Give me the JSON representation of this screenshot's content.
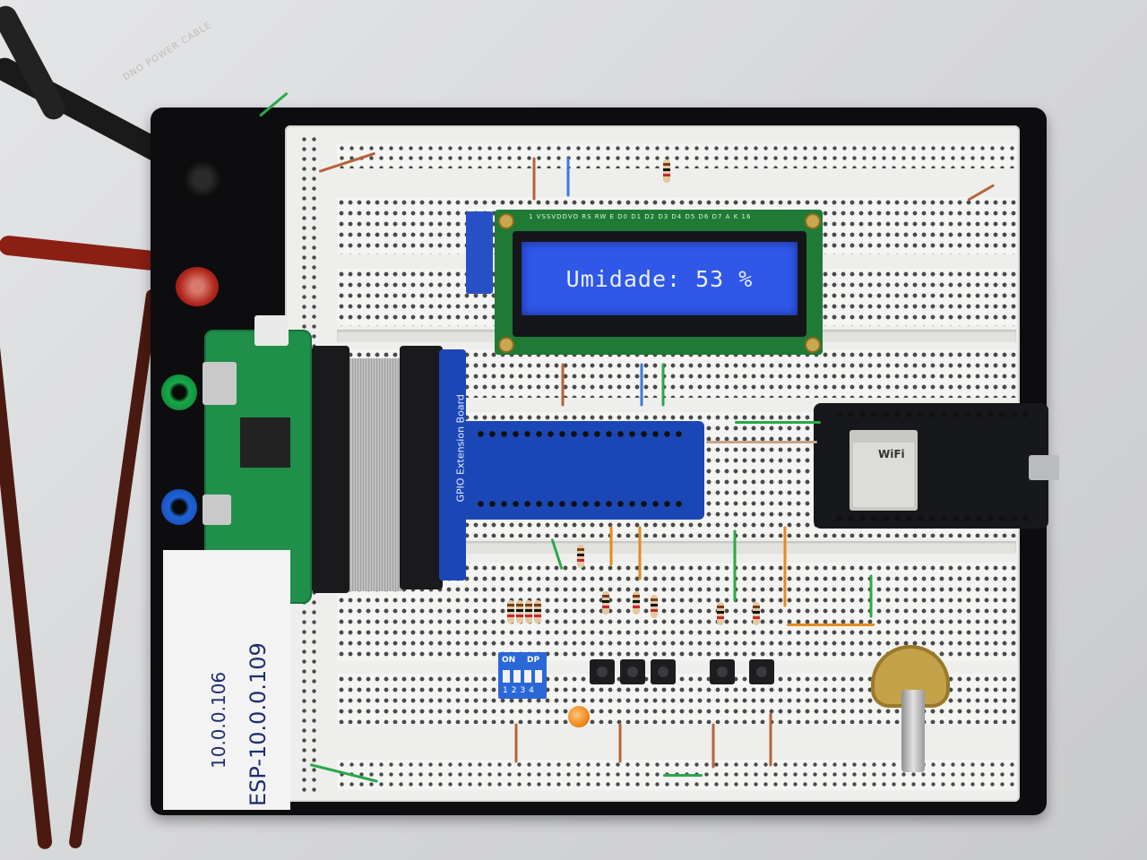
{
  "lcd": {
    "display_text": "Umidade: 53 %",
    "pin_labels": "VSSVDDVO RS RW E  D0 D1 D2 D3 D4 D5 D6 D7 A  K",
    "pin_start": "1",
    "pin_end": "16"
  },
  "gpio_board": {
    "label": "GPIO Extension Board"
  },
  "nodemcu": {
    "module_label": "WiFi"
  },
  "dip_switch": {
    "on_label": "ON",
    "dp_label": "DP",
    "numbers": "1234"
  },
  "note": {
    "line1": "10.0.0.106",
    "line2": "ESP-10.0.0.109"
  },
  "cable": {
    "print": "DNO POWER CABLE"
  },
  "colors": {
    "lcd_screen": "#2f57e8",
    "pcb_green": "#1f7a35",
    "gpio_blue": "#1b47b6",
    "nodemcu_black": "#17181b",
    "base_black": "#0d0d0f"
  }
}
